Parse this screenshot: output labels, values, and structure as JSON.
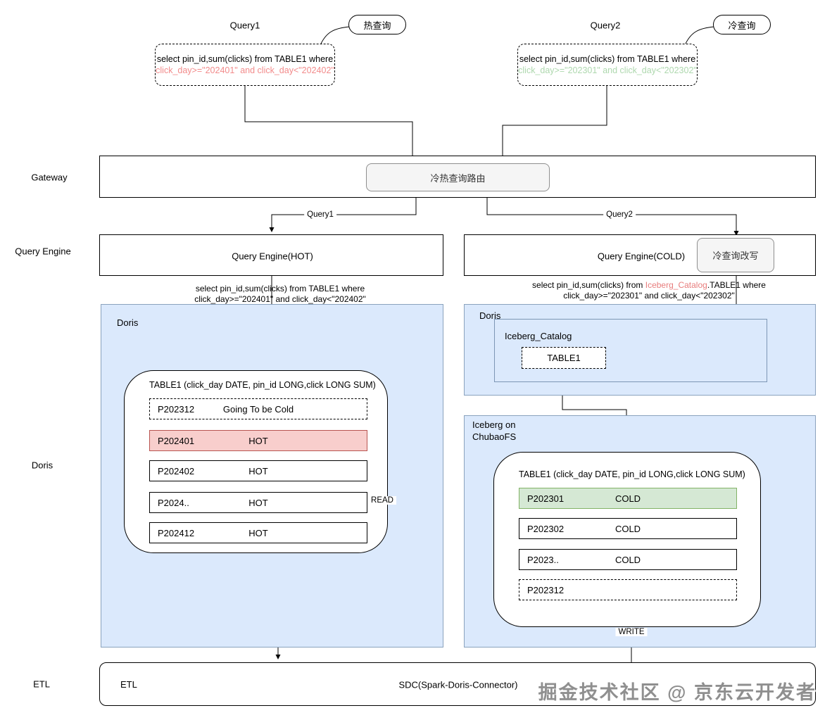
{
  "top": {
    "query1": {
      "title": "Query1",
      "tag": "热查询",
      "sql_line1": "select pin_id,sum(clicks) from TABLE1 where",
      "sql_line2": "click_day>=\"202401\" and click_day<\"202402\""
    },
    "query2": {
      "title": "Query2",
      "tag": "冷查询",
      "sql_line1": "select pin_id,sum(clicks) from TABLE1 where",
      "sql_line2": "click_day>=\"202301\" and click_day<\"202302\""
    }
  },
  "lanes": {
    "gateway": "Gateway",
    "query_engine": "Query Engine",
    "doris": "Doris",
    "etl": "ETL"
  },
  "gateway": {
    "router": "冷热查询路由"
  },
  "query_engine": {
    "hot": "Query Engine(HOT)",
    "cold": "Query Engine(COLD)",
    "rewrite": "冷查询改写"
  },
  "sql_hot_note": {
    "line1": "select pin_id,sum(clicks) from TABLE1 where",
    "line2": "click_day>=\"202401\" and click_day<\"202402\""
  },
  "sql_cold_note": {
    "line1_pre": "select pin_id,sum(clicks) from ",
    "line1_highlight": "Iceberg_Catalog",
    "line1_post": ".TABLE1 where",
    "line2": "click_day>=\"202301\" and click_day<\"202302\""
  },
  "doris_hot": {
    "label": "Doris",
    "table_title": "TABLE1 (click_day DATE, pin_id LONG,click LONG SUM)",
    "rows": [
      {
        "partition": "P202312",
        "status": "Going To be Cold"
      },
      {
        "partition": "P202401",
        "status": "HOT"
      },
      {
        "partition": "P202402",
        "status": "HOT"
      },
      {
        "partition": "P2024..",
        "status": "HOT"
      },
      {
        "partition": "P202412",
        "status": "HOT"
      }
    ]
  },
  "doris_cold": {
    "label": "Doris",
    "catalog": "Iceberg_Catalog",
    "table": "TABLE1"
  },
  "iceberg": {
    "label_line1": "Iceberg on",
    "label_line2": "ChubaoFS",
    "table_title": "TABLE1 (click_day DATE, pin_id LONG,click LONG SUM)",
    "rows": [
      {
        "partition": "P202301",
        "status": "COLD"
      },
      {
        "partition": "P202302",
        "status": "COLD"
      },
      {
        "partition": "P2023..",
        "status": "COLD"
      },
      {
        "partition": "P202312",
        "status": ""
      }
    ]
  },
  "etl": {
    "inner_label": "ETL",
    "connector": "SDC(Spark-Doris-Connector)"
  },
  "edges": {
    "query1": "Query1",
    "query2": "Query2",
    "read": "READ",
    "write": "WRITE"
  },
  "watermark": "掘金技术社区 @ 京东云开发者",
  "colors": {
    "hot_row_fill": "#f8cecc",
    "hot_row_border": "#b85450",
    "cold_row_fill": "#d5e8d4",
    "cold_row_border": "#82b366",
    "blue_container": "#dbe9fc",
    "hot_sql_text": "#f28b8b",
    "cold_sql_text": "#aed8ae",
    "catalog_highlight": "#e87d7d",
    "gray_node_fill": "#f5f5f5"
  }
}
